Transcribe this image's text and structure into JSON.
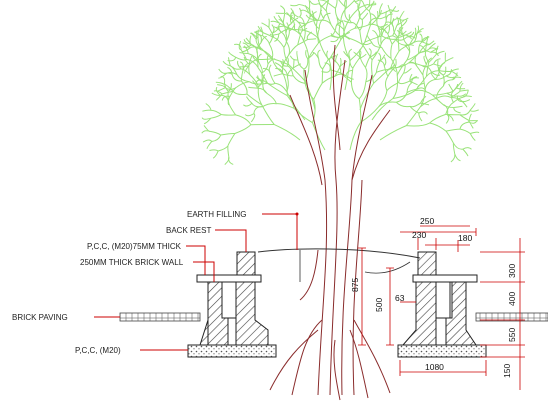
{
  "labels": {
    "earth_filling": "EARTH FILLING",
    "back_rest": "BACK REST",
    "pcc_thick": "P,C,C, (M20)75MM THICK",
    "brick_wall": "250MM THICK BRICK WALL",
    "brick_paving": "BRICK PAVING",
    "pcc_m20": "P,C,C, (M20)"
  },
  "dimensions": {
    "d250": "250",
    "d230": "230",
    "d180": "180",
    "d300": "300",
    "d875": "875",
    "d500": "500",
    "d63": "63",
    "d400": "400",
    "d550": "550",
    "d1080": "1080",
    "d150": "150"
  },
  "colors": {
    "leader": "#cc0000",
    "canopy": "#9ae37a",
    "trunk": "#8a2c2c",
    "hatch": "#444444"
  }
}
